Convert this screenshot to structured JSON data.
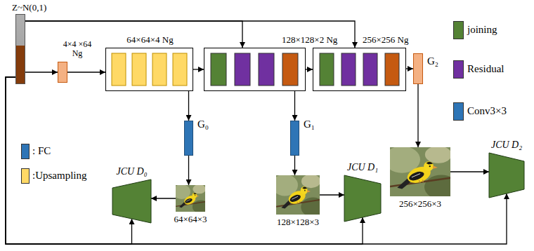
{
  "diagram": {
    "nodes": [
      {
        "text": [
          "Z~N(0,1)"
        ]
      },
      {
        "text": [
          "4×4 ×64 Ng"
        ]
      },
      {
        "text": [
          "64×64×4 Ng"
        ]
      },
      {
        "text": [
          "128×128×2 Ng"
        ]
      },
      {
        "text": [
          "256×256 Ng"
        ]
      },
      {
        "text": [
          "G₂"
        ]
      },
      {
        "text": [
          "G₀"
        ]
      },
      {
        "text": [
          "G₁"
        ]
      },
      {
        "text": [
          "64×64×3"
        ]
      },
      {
        "text": [
          "128×128×3"
        ]
      },
      {
        "text": [
          "256×256×3"
        ]
      },
      {
        "text": [
          "JCU D₀"
        ]
      },
      {
        "text": [
          "JCU D₁"
        ]
      },
      {
        "text": [
          "JCU D₂"
        ]
      }
    ],
    "edges": [
      {
        "from": 0,
        "to": 1,
        "arrow": "to"
      },
      {
        "from": 1,
        "to": 2,
        "arrow": "to"
      },
      {
        "from": 2,
        "to": 3,
        "arrow": "to"
      },
      {
        "from": 3,
        "to": 4,
        "arrow": "to"
      },
      {
        "from": 4,
        "to": 5,
        "arrow": "to"
      },
      {
        "from": 0,
        "to": 3,
        "arrow": "to"
      },
      {
        "from": 0,
        "to": 4,
        "arrow": "to"
      },
      {
        "from": 2,
        "to": 6,
        "arrow": "to"
      },
      {
        "from": 3,
        "to": 7,
        "arrow": "to"
      },
      {
        "from": 6,
        "to": 8,
        "arrow": "to"
      },
      {
        "from": 7,
        "to": 9,
        "arrow": "to"
      },
      {
        "from": 5,
        "to": 10,
        "arrow": "to"
      },
      {
        "from": 8,
        "to": 11,
        "arrow": "to"
      },
      {
        "from": 9,
        "to": 12,
        "arrow": "to"
      },
      {
        "from": 10,
        "to": 13,
        "arrow": "to"
      },
      {
        "from": 0,
        "to": 11,
        "arrow": "to"
      },
      {
        "from": 0,
        "to": 12,
        "arrow": "to"
      },
      {
        "from": 0,
        "to": 13,
        "arrow": "to"
      }
    ],
    "legend": [
      {
        "text": "joining",
        "color": "#548235"
      },
      {
        "text": "Residual",
        "color": "#7030a0"
      },
      {
        "text": "Conv3×3",
        "color": "#2e75b6"
      },
      {
        "text": ": FC",
        "color": "#2e75b6"
      },
      {
        "text": ":Upsampling",
        "color": "#ffd966"
      }
    ]
  }
}
